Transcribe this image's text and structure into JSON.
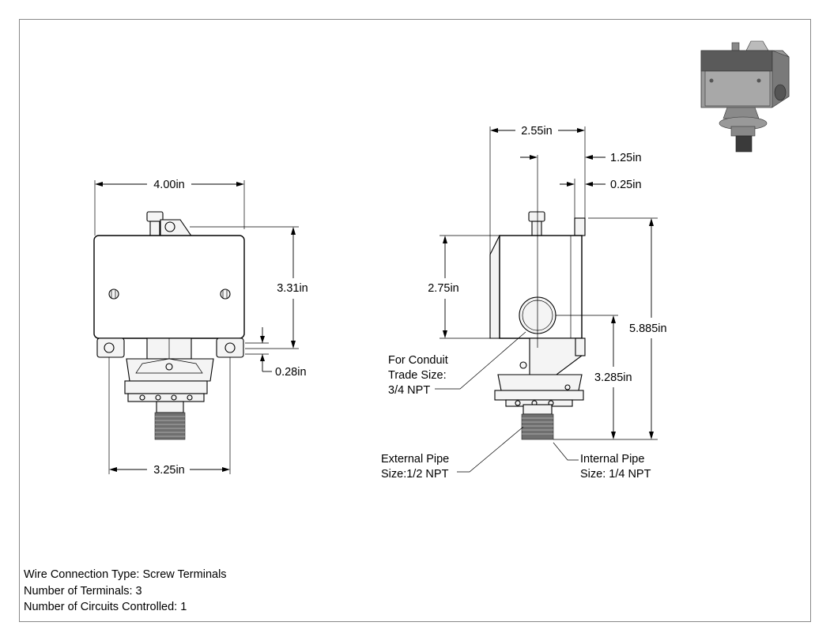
{
  "dimensions": {
    "front_width": "4.00in",
    "front_height": "3.31in",
    "mount_offset": "0.28in",
    "base_width": "3.25in",
    "side_depth": "2.55in",
    "side_offset_1": "1.25in",
    "side_offset_2": "0.25in",
    "side_body_height": "2.75in",
    "side_total_height": "5.885in",
    "side_center_height": "3.285in"
  },
  "callouts": {
    "conduit": [
      "For Conduit",
      "Trade Size:",
      "3/4 NPT"
    ],
    "external_pipe": [
      "External Pipe",
      "Size:1/2 NPT"
    ],
    "internal_pipe": [
      "Internal Pipe",
      "Size: 1/4 NPT"
    ]
  },
  "specs": [
    "Wire Connection Type: Screw Terminals",
    "Number of Terminals: 3",
    "Number of Circuits Controlled: 1"
  ],
  "colors": {
    "line": "#000000",
    "background": "#ffffff",
    "thread": "#6f6f6f"
  }
}
